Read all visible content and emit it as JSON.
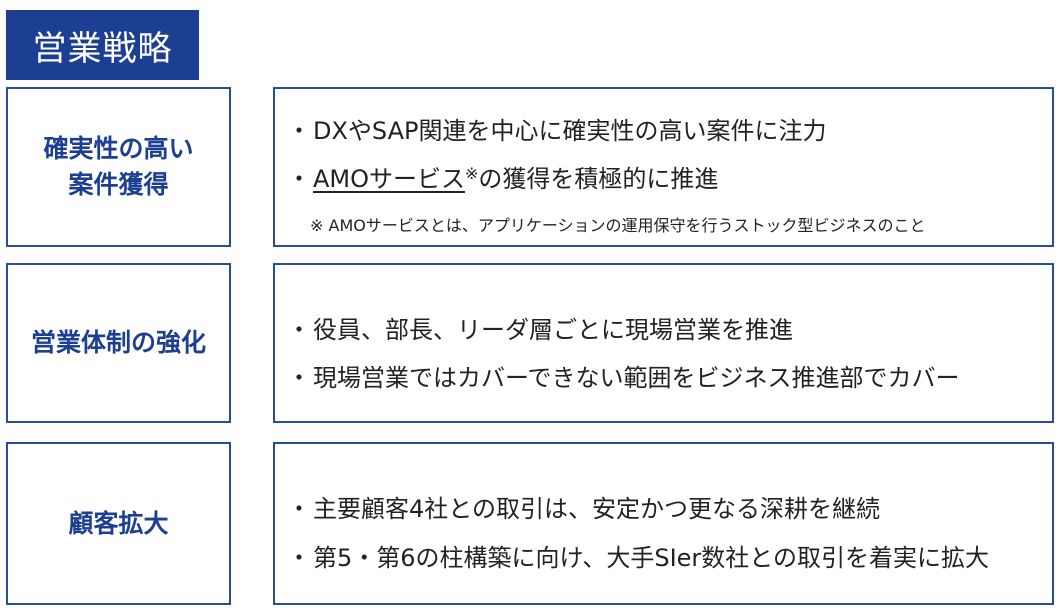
{
  "title": "営業戦略",
  "sections": [
    {
      "label_lines": [
        "確実性の高い",
        "案件獲得"
      ],
      "bullets": [
        "DXやSAP関連を中心に確実性の高い案件に注力"
      ],
      "bullet_amo": {
        "underlined": "AMOサービス",
        "mark": "※",
        "rest": "の獲得を積極的に推進"
      },
      "note": "※  AMOサービスとは、アプリケーションの運用保守を行うストック型ビジネスのこと"
    },
    {
      "label_lines": [
        "営業体制の強化"
      ],
      "bullets": [
        "役員、部長、リーダ層ごとに現場営業を推進",
        "現場営業ではカバーできない範囲をビジネス推進部でカバー"
      ]
    },
    {
      "label_lines": [
        "顧客拡大"
      ],
      "bullets": [
        "主要顧客4社との取引は、安定かつ更なる深耕を継続",
        "第5・第6の柱構築に向け、大手SIer数社との取引を着実に拡大"
      ]
    }
  ],
  "bullet_symbol": "・"
}
